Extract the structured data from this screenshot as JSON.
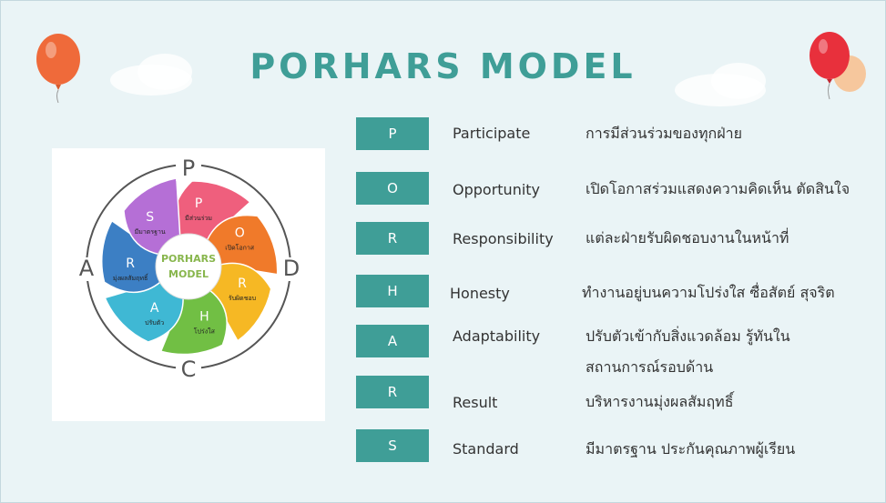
{
  "title": "PORHARS MODEL",
  "colors": {
    "accent": "#3f9e97",
    "background": "#eaf4f6",
    "text": "#333333"
  },
  "diagram": {
    "outer_letters": {
      "top": "P",
      "right": "D",
      "bottom": "C",
      "left": "A"
    },
    "center_line1": "PORHARS",
    "center_line2": "MODEL",
    "petals": [
      {
        "letter": "P",
        "label": "มีส่วนร่วม",
        "color": "#ef5f7d"
      },
      {
        "letter": "O",
        "label": "เปิดโอกาส",
        "color": "#f07a2a"
      },
      {
        "letter": "R",
        "label": "รับผิดชอบ",
        "color": "#f6b824"
      },
      {
        "letter": "H",
        "label": "โปร่งใส",
        "color": "#71bf44"
      },
      {
        "letter": "A",
        "label": "ปรับตัว",
        "color": "#3fb8d4"
      },
      {
        "letter": "R",
        "label": "มุ่งผลสัมฤทธิ์",
        "color": "#3c7fc4"
      },
      {
        "letter": "S",
        "label": "มีมาตรฐาน",
        "color": "#b56fd6"
      }
    ]
  },
  "rows": [
    {
      "letter": "P",
      "word": "Participate",
      "thai": "การมีส่วนร่วมของทุกฝ่าย"
    },
    {
      "letter": "O",
      "word": "Opportunity",
      "thai": "เปิดโอกาสร่วมแสดงความคิดเห็น ตัดสินใจ"
    },
    {
      "letter": "R",
      "word": "Responsibility",
      "thai": "แต่ละฝ่ายรับผิดชอบงานในหน้าที่"
    },
    {
      "letter": "H",
      "word": "Honesty",
      "thai": "ทำงานอยู่บนความโปร่งใส ซื่อสัตย์ สุจริต"
    },
    {
      "letter": "A",
      "word": "Adaptability",
      "thai": "ปรับตัวเข้ากับสิ่งแวดล้อม รู้ทันใน สถานการณ์รอบด้าน"
    },
    {
      "letter": "R",
      "word": "Result",
      "thai": "บริหารงานมุ่งผลสัมฤทธิ์"
    },
    {
      "letter": "S",
      "word": "Standard",
      "thai": "มีมาตรฐาน ประกันคุณภาพผู้เรียน"
    }
  ]
}
